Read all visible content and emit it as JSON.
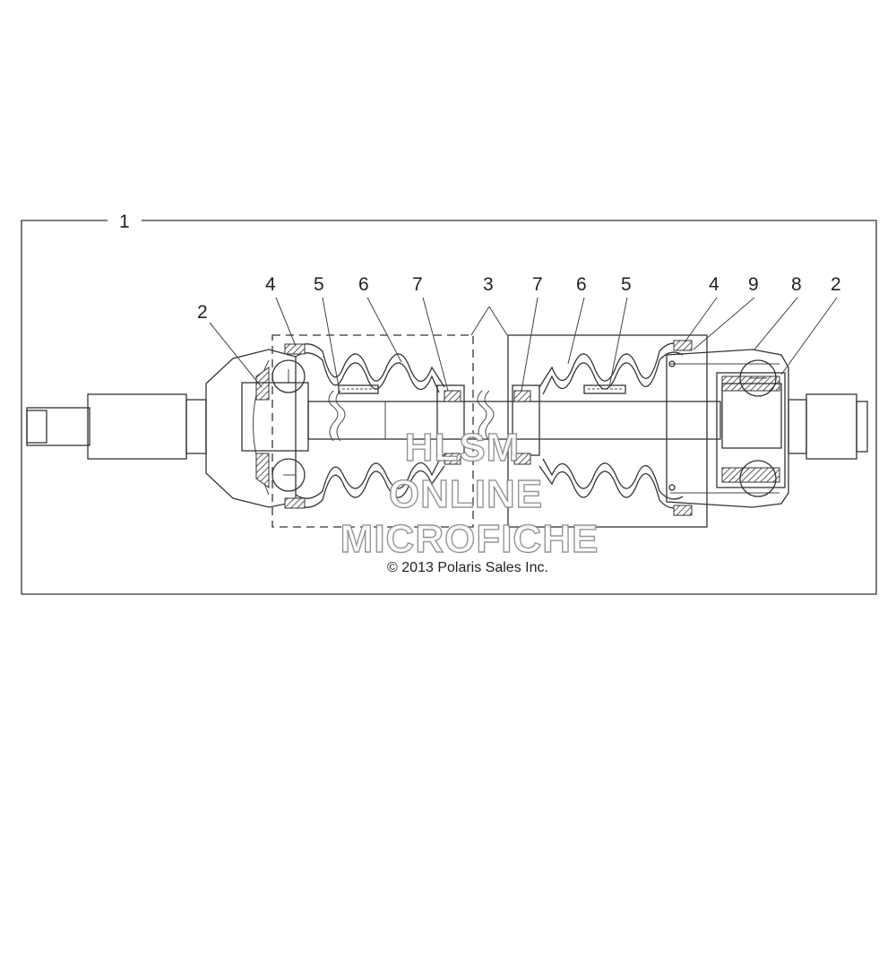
{
  "diagram": {
    "assembly_label": "1",
    "callouts": [
      {
        "id": "l-2",
        "text": "2"
      },
      {
        "id": "l-4",
        "text": "4"
      },
      {
        "id": "l-5",
        "text": "5"
      },
      {
        "id": "l-6",
        "text": "6"
      },
      {
        "id": "l-7",
        "text": "7"
      },
      {
        "id": "l-3",
        "text": "3"
      },
      {
        "id": "r-7",
        "text": "7"
      },
      {
        "id": "r-6",
        "text": "6"
      },
      {
        "id": "r-5",
        "text": "5"
      },
      {
        "id": "r-4",
        "text": "4"
      },
      {
        "id": "r-9",
        "text": "9"
      },
      {
        "id": "r-8",
        "text": "8"
      },
      {
        "id": "r-2",
        "text": "2"
      }
    ],
    "copyright": "© 2013 Polaris Sales Inc."
  },
  "watermark": {
    "line1": "HLSM",
    "line2": "ONLINE",
    "line3": "MICROFICHE"
  }
}
